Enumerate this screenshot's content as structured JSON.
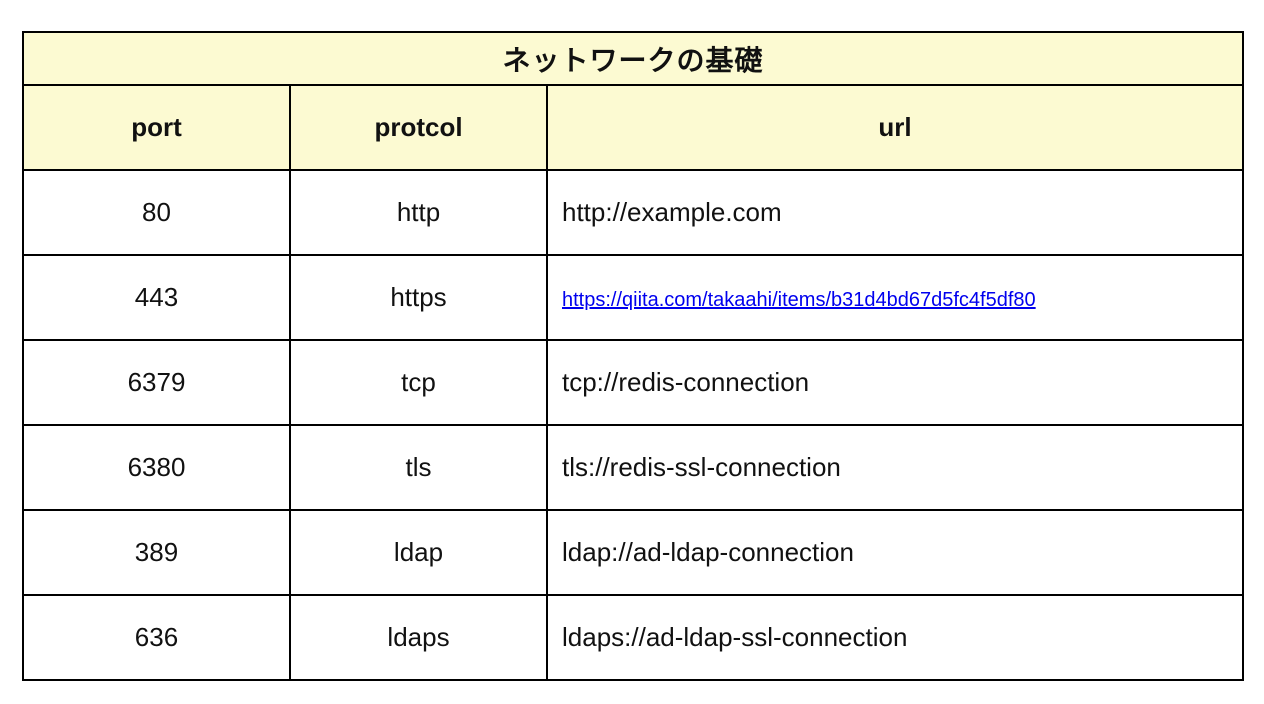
{
  "colors": {
    "header-bg": "#fcfad2",
    "border-color": "#000000",
    "text-color": "#111111",
    "link-color": "#0000ee",
    "page-bg": "#ffffff"
  },
  "chart_data": {
    "type": "table",
    "title": "ネットワークの基礎",
    "columns": [
      "port",
      "protcol",
      "url"
    ],
    "rows": [
      [
        "80",
        "http",
        "http://example.com"
      ],
      [
        "443",
        "https",
        "https://qiita.com/takaahi/items/b31d4bd67d5fc4f5df80"
      ],
      [
        "6379",
        "tcp",
        "tcp://redis-connection"
      ],
      [
        "6380",
        "tls",
        "tls://redis-ssl-connection"
      ],
      [
        "389",
        "ldap",
        "ldap://ad-ldap-connection"
      ],
      [
        "636",
        "ldaps",
        "ldaps://ad-ldap-ssl-connection"
      ]
    ],
    "link_row_index": 1,
    "link_column_index": 2
  }
}
